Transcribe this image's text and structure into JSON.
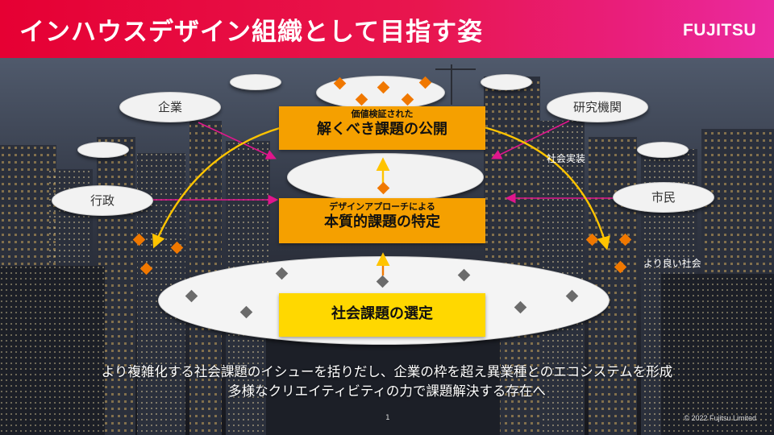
{
  "header": {
    "title": "インハウスデザイン組織として目指す姿",
    "logo": "FUJITSU"
  },
  "stakeholders": {
    "company": "企業",
    "research": "研究機関",
    "government": "行政",
    "citizens": "市民"
  },
  "boxes": {
    "top_small": "価値検証された",
    "top_big": "解くべき課題の公開",
    "mid_small": "デザインアプローチによる",
    "mid_big": "本質的課題の特定",
    "base_big": "社会課題の選定"
  },
  "notes": {
    "social_impl": "社会実装",
    "better_society": "より良い社会"
  },
  "bottom": {
    "line1": "より複雑化する社会課題のイシューを括りだし、企業の枠を超え異業種とのエコシステムを形成",
    "line2": "多様なクリエイティビティの力で課題解決する存在へ"
  },
  "footer": {
    "page": "1",
    "copyright": "© 2022 Fujitsu Limited"
  },
  "colors": {
    "header_start": "#e60033",
    "header_end": "#ea2aa0",
    "box_orange": "#f5a000",
    "base_yellow": "#ffd800",
    "arrow_pink": "#e0168c",
    "arrow_yellow": "#ffc400"
  }
}
